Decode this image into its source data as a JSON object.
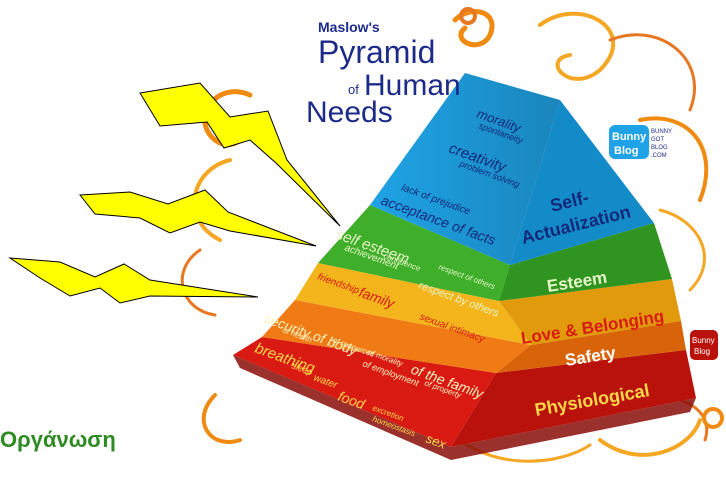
{
  "colors": {
    "physiological": "#d81a12",
    "safety": "#f07a14",
    "love": "#f4b41c",
    "esteem": "#3fae2a",
    "self": "#1fa3e6",
    "lightning": "#ffff00",
    "caption": "#2e8b23",
    "title": "#1c2a8a",
    "swirl": "#f08a10"
  },
  "title": {
    "line1": "Maslow's",
    "line2": "Pyramid",
    "line3a": "of",
    "line3b": "Human",
    "line4": "Needs"
  },
  "logo": {
    "line1": "Bunny",
    "line2": "Blog",
    "side1": "BUNNY",
    "side2": "GOT",
    "side3": "BLOG",
    "side4": ".COM",
    "corner1": "Bunny",
    "corner2": "Blog"
  },
  "levels": {
    "physiological": "Physiological",
    "safety": "Safety",
    "love": "Love & Belonging",
    "esteem": "Esteem",
    "self_line1": "Self-",
    "self_line2": "Actualization"
  },
  "needs": {
    "breathing": "breathing",
    "sleep": "sleep",
    "water": "water",
    "food": "food",
    "excretion": "excretion",
    "homeostasis": "homeostasis",
    "sex": "sex",
    "security_of_body": "security of body",
    "of_health": "of health",
    "of_resources": "of resources",
    "of_morality": "of morality",
    "of_employment": "of employment",
    "of_the_family": "of the family",
    "of_property": "of property",
    "friendship": "friendship",
    "family": "family",
    "sexual_intimacy": "sexual intimacy",
    "self_esteem": "self esteem",
    "confidence": "confidence",
    "achievement": "achievement",
    "respect_of_others": "respect of others",
    "respect_by_others": "respect by others",
    "morality": "morality",
    "spontaneity": "spontaneity",
    "creativity": "creativity",
    "problem_solving": "problem solving",
    "lack_of_prejudice": "lack of prejudice",
    "acceptance_of_facts": "acceptance of facts"
  },
  "caption": "Οργάνωση"
}
